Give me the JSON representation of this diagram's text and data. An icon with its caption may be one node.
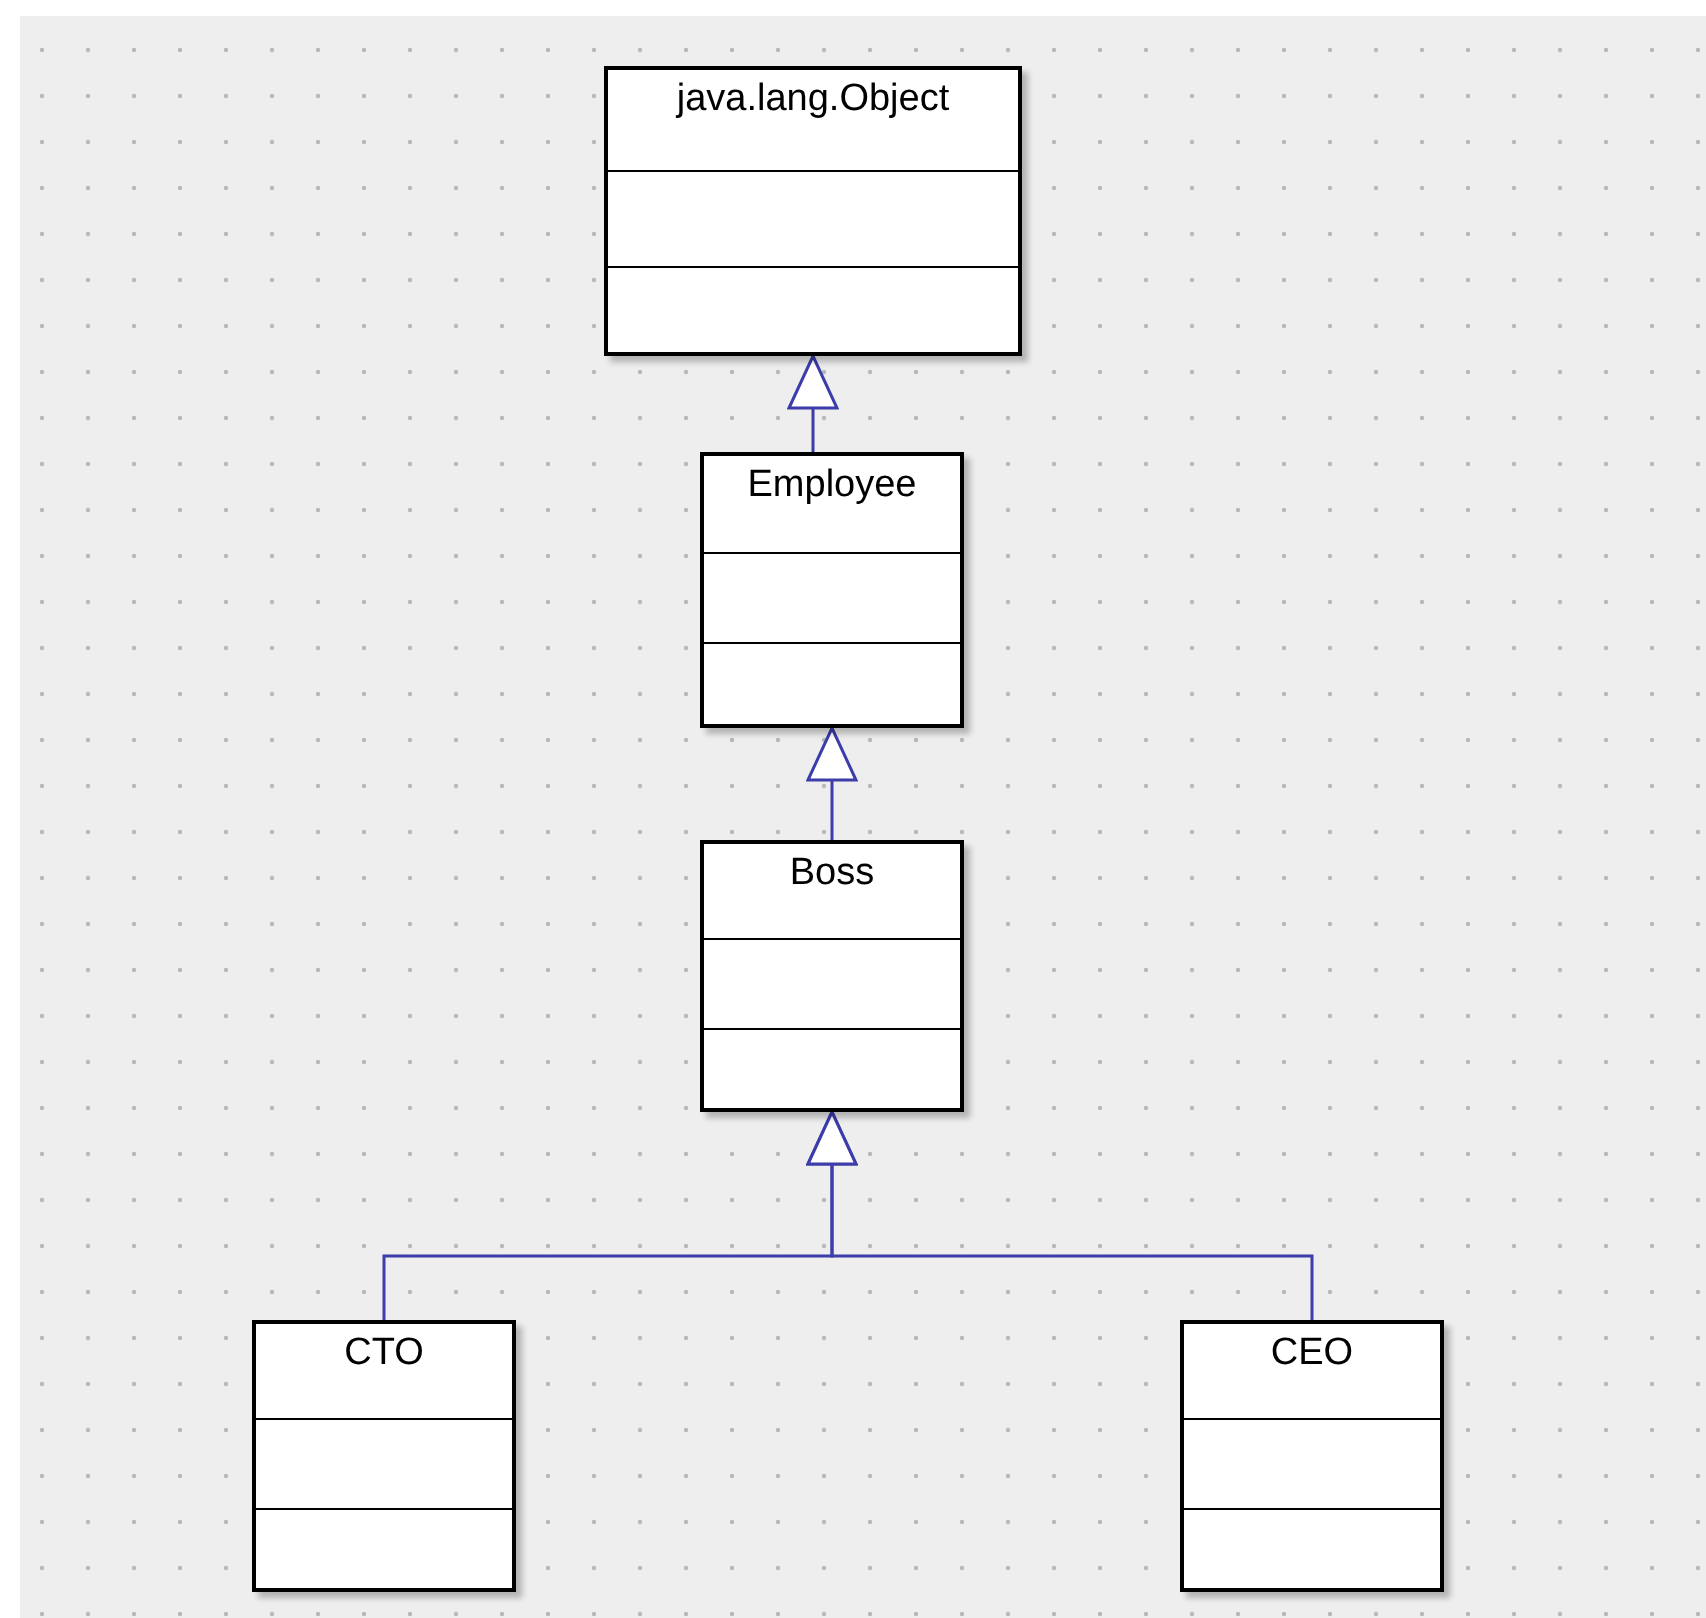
{
  "diagram": {
    "nodes": [
      {
        "text": [
          "java.lang.Object"
        ]
      },
      {
        "text": [
          "Employee"
        ]
      },
      {
        "text": [
          "Boss"
        ]
      },
      {
        "text": [
          "CTO"
        ]
      },
      {
        "text": [
          "CEO"
        ]
      }
    ],
    "edges": [
      {
        "from": 1,
        "to": 0,
        "arrow": "to"
      },
      {
        "from": 2,
        "to": 1,
        "arrow": "to"
      },
      {
        "from": 3,
        "to": 2,
        "arrow": "to"
      },
      {
        "from": 4,
        "to": 2,
        "arrow": "to"
      }
    ]
  }
}
